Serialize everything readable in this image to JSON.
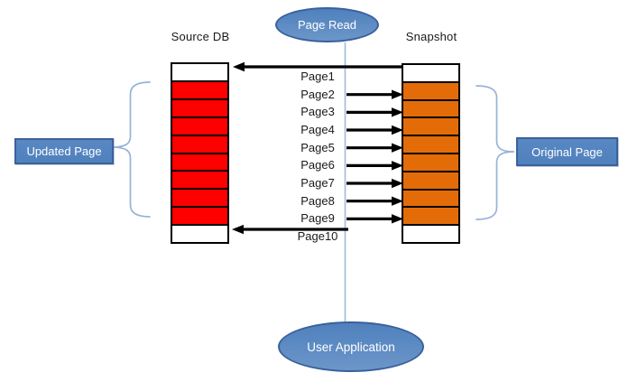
{
  "headers": {
    "source_db": "Source DB",
    "snapshot": "Snapshot"
  },
  "ellipses": {
    "page_read": "Page Read",
    "user_application": "User Application"
  },
  "callouts": {
    "updated_page": "Updated Page",
    "original_page": "Original Page"
  },
  "pages": [
    {
      "label": "Page1",
      "arrow": "left-long"
    },
    {
      "label": "Page2",
      "arrow": "right"
    },
    {
      "label": "Page3",
      "arrow": "right"
    },
    {
      "label": "Page4",
      "arrow": "right"
    },
    {
      "label": "Page5",
      "arrow": "right"
    },
    {
      "label": "Page6",
      "arrow": "right"
    },
    {
      "label": "Page7",
      "arrow": "right"
    },
    {
      "label": "Page8",
      "arrow": "right"
    },
    {
      "label": "Page9",
      "arrow": "right"
    },
    {
      "label": "Page10",
      "arrow": "left-short"
    }
  ],
  "columns": {
    "source_cells": [
      "white",
      "red",
      "red",
      "red",
      "red",
      "red",
      "red",
      "red",
      "red",
      "white"
    ],
    "snapshot_cells": [
      "white",
      "orange",
      "orange",
      "orange",
      "orange",
      "orange",
      "orange",
      "orange",
      "orange",
      "white"
    ]
  },
  "cell_colors": {
    "white": "#FFFFFF",
    "red": "#FE0000",
    "orange": "#E36C09"
  },
  "colors": {
    "shape_fill": "#4F81BD",
    "shape_fill_light": "#6C96C9",
    "callout_fill_light": "#5988C3",
    "shape_border": "#3A619B",
    "brace": "#95B3D7",
    "connector": "#A0BBDA",
    "arrow": "#000000",
    "cell_border": "#000000",
    "text_dark": "#1A1A1A"
  }
}
